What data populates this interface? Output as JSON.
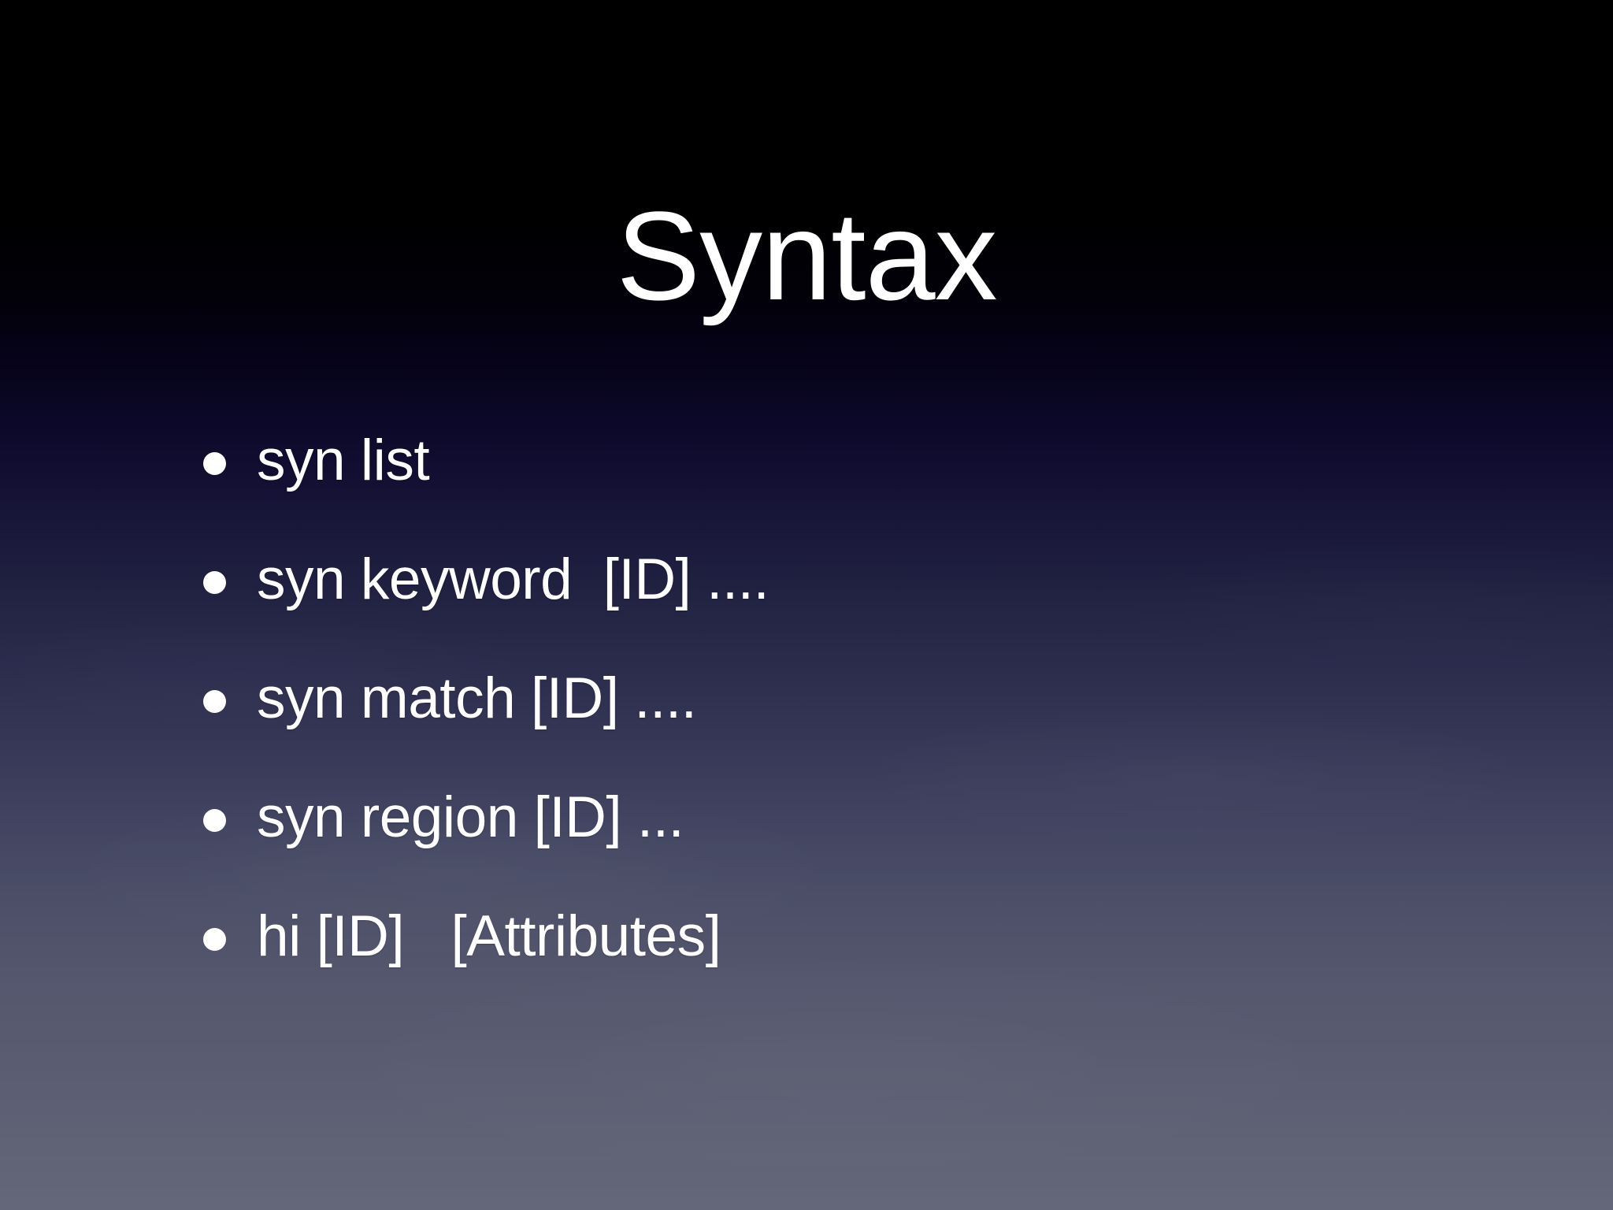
{
  "slide": {
    "title": "Syntax",
    "background": {
      "top_color": "#000000",
      "mid_color": "#232343",
      "bottom_color": "#646679",
      "direction": "vertical"
    },
    "text_color": "#ffffff",
    "bullet_marker": "filled-circle",
    "bullets": [
      {
        "text": "syn list"
      },
      {
        "text": "syn keyword  [ID] ...."
      },
      {
        "text": "syn match [ID] ...."
      },
      {
        "text": "syn region [ID] ..."
      },
      {
        "text": "hi [ID]   [Attributes]"
      }
    ]
  }
}
